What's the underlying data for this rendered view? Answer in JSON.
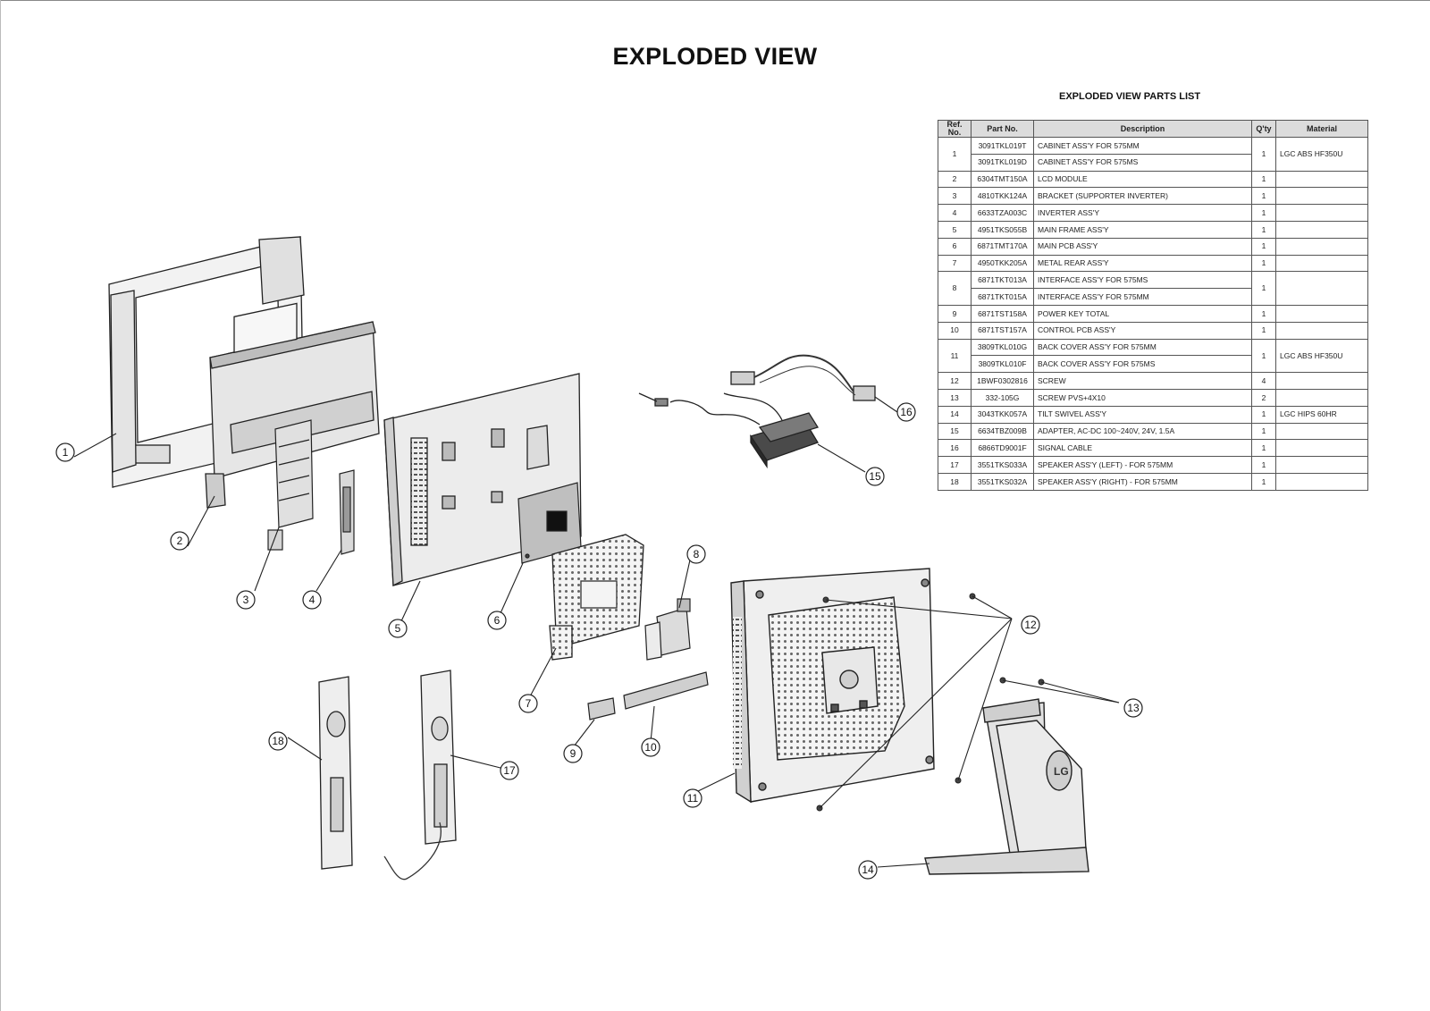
{
  "title": "EXPLODED VIEW",
  "parts_list": {
    "title": "EXPLODED VIEW PARTS LIST",
    "headers": [
      "Ref. No.",
      "Part No.",
      "Description",
      "Q'ty",
      "Material"
    ],
    "rows": [
      {
        "ref": "1",
        "part": "3091TKL019T",
        "desc": "CABINET ASS'Y FOR 575MM",
        "qty": "1",
        "material": "LGC ABS HF350U",
        "ref_span": 2,
        "qty_span": 2,
        "mat_span": 2
      },
      {
        "ref": null,
        "part": "3091TKL019D",
        "desc": "CABINET ASS'Y FOR 575MS",
        "qty": null,
        "material": null
      },
      {
        "ref": "2",
        "part": "6304TMT150A",
        "desc": "LCD MODULE",
        "qty": "1",
        "material": ""
      },
      {
        "ref": "3",
        "part": "4810TKK124A",
        "desc": "BRACKET (SUPPORTER INVERTER)",
        "qty": "1",
        "material": ""
      },
      {
        "ref": "4",
        "part": "6633TZA003C",
        "desc": "INVERTER  ASS'Y",
        "qty": "1",
        "material": ""
      },
      {
        "ref": "5",
        "part": "4951TKS055B",
        "desc": "MAIN FRAME ASS'Y",
        "qty": "1",
        "material": ""
      },
      {
        "ref": "6",
        "part": "6871TMT170A",
        "desc": "MAIN PCB ASS'Y",
        "qty": "1",
        "material": ""
      },
      {
        "ref": "7",
        "part": "4950TKK205A",
        "desc": "METAL REAR ASS'Y",
        "qty": "1",
        "material": ""
      },
      {
        "ref": "8",
        "part": "6871TKT013A",
        "desc": "INTERFACE ASS'Y FOR 575MS",
        "qty": "1",
        "material": "",
        "ref_span": 2,
        "qty_span": 2,
        "mat_span": 2
      },
      {
        "ref": null,
        "part": "6871TKT015A",
        "desc": "INTERFACE ASS'Y FOR 575MM",
        "qty": null,
        "material": null
      },
      {
        "ref": "9",
        "part": "6871TST158A",
        "desc": "POWER KEY TOTAL",
        "qty": "1",
        "material": ""
      },
      {
        "ref": "10",
        "part": "6871TST157A",
        "desc": "CONTROL PCB ASS'Y",
        "qty": "1",
        "material": ""
      },
      {
        "ref": "11",
        "part": "3809TKL010G",
        "desc": "BACK COVER ASS'Y FOR 575MM",
        "qty": "1",
        "material": "LGC ABS HF350U",
        "ref_span": 2,
        "qty_span": 2,
        "mat_span": 2
      },
      {
        "ref": null,
        "part": "3809TKL010F",
        "desc": "BACK COVER ASS'Y FOR 575MS",
        "qty": null,
        "material": null
      },
      {
        "ref": "12",
        "part": "1BWF0302816",
        "desc": "SCREW",
        "qty": "4",
        "material": ""
      },
      {
        "ref": "13",
        "part": "332-105G",
        "desc": "SCREW PVS+4X10",
        "qty": "2",
        "material": ""
      },
      {
        "ref": "14",
        "part": "3043TKK057A",
        "desc": "TILT SWIVEL ASS'Y",
        "qty": "1",
        "material": "LGC HIPS 60HR"
      },
      {
        "ref": "15",
        "part": "6634TBZ009B",
        "desc": "ADAPTER, AC-DC 100~240V, 24V, 1.5A",
        "qty": "1",
        "material": ""
      },
      {
        "ref": "16",
        "part": "6866TD9001F",
        "desc": "SIGNAL CABLE",
        "qty": "1",
        "material": ""
      },
      {
        "ref": "17",
        "part": "3551TKS033A",
        "desc": "SPEAKER ASS'Y (LEFT) - FOR 575MM",
        "qty": "1",
        "material": ""
      },
      {
        "ref": "18",
        "part": "3551TKS032A",
        "desc": "SPEAKER ASS'Y (RIGHT) - FOR 575MM",
        "qty": "1",
        "material": ""
      }
    ]
  },
  "callouts": [
    "1",
    "2",
    "3",
    "4",
    "5",
    "6",
    "7",
    "8",
    "9",
    "10",
    "11",
    "12",
    "13",
    "14",
    "15",
    "16",
    "17",
    "18"
  ],
  "brand_mark": "LG"
}
